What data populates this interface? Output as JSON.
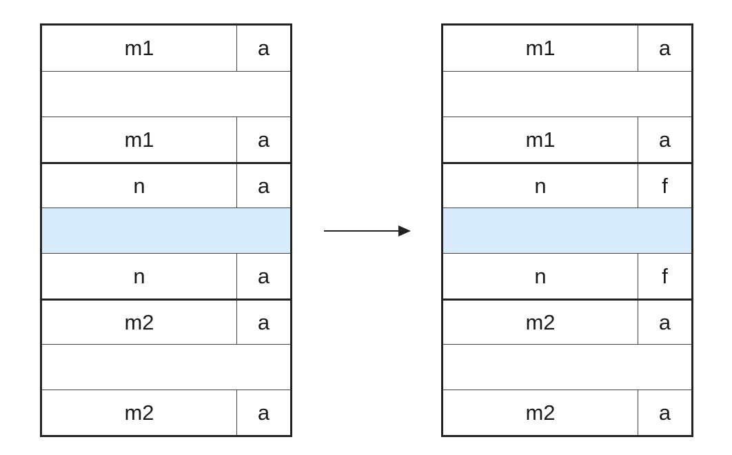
{
  "left_table": {
    "rows": [
      {
        "name": "m1",
        "flag": "a"
      },
      {
        "name": "",
        "flag": ""
      },
      {
        "name": "m1",
        "flag": "a"
      },
      {
        "name": "n",
        "flag": "a"
      },
      {
        "name": "",
        "flag": ""
      },
      {
        "name": "n",
        "flag": "a"
      },
      {
        "name": "m2",
        "flag": "a"
      },
      {
        "name": "",
        "flag": ""
      },
      {
        "name": "m2",
        "flag": "a"
      }
    ]
  },
  "right_table": {
    "rows": [
      {
        "name": "m1",
        "flag": "a"
      },
      {
        "name": "",
        "flag": ""
      },
      {
        "name": "m1",
        "flag": "a"
      },
      {
        "name": "n",
        "flag": "f"
      },
      {
        "name": "",
        "flag": ""
      },
      {
        "name": "n",
        "flag": "f"
      },
      {
        "name": "m2",
        "flag": "a"
      },
      {
        "name": "",
        "flag": ""
      },
      {
        "name": "m2",
        "flag": "a"
      }
    ]
  },
  "highlight_color": "#d8ebfb",
  "line_color": "#222222",
  "arrow_icon": "right-arrow-icon"
}
